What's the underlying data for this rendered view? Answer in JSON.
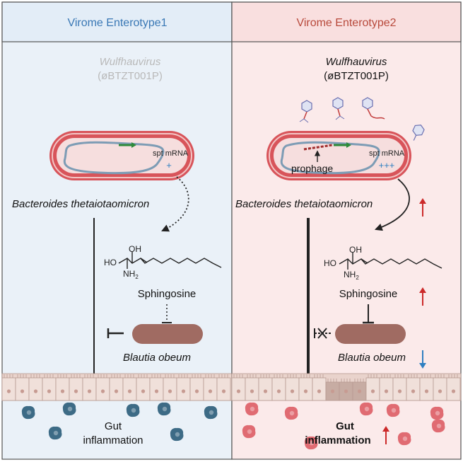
{
  "panels": {
    "left": {
      "header": "Virome Enterotype1",
      "virus_name": "Wulfhauvirus",
      "virus_id": "(øBTZT001P)",
      "mrna_label": "spt mRNA",
      "mrna_level": "+",
      "bacterium": "Bacteroides thetaiotaomicron",
      "metabolite": "Sphingosine",
      "target_bacterium": "Blautia obeum",
      "outcome_line1": "Gut",
      "outcome_line2": "inflammation"
    },
    "right": {
      "header": "Virome Enterotype2",
      "virus_name": "Wulfhauvirus",
      "virus_id": "(øBTZT001P)",
      "mrna_label": "spt mRNA",
      "mrna_level": "+++",
      "prophage_label": "prophage",
      "bacterium": "Bacteroides thetaiotaomicron",
      "metabolite": "Sphingosine",
      "target_bacterium": "Blautia obeum",
      "outcome_line1": "Gut",
      "outcome_line2": "inflammation"
    }
  },
  "chemistry": {
    "oh_label": "OH",
    "ho_label": "HO",
    "nh2_label": "NH",
    "nh2_sub": "2"
  },
  "colors": {
    "left_bg": "#eaf1f8",
    "right_bg": "#fbeaea",
    "left_header_text": "#3a78b5",
    "right_header_text": "#b84a3c",
    "left_cell": "#3d6b86",
    "right_cell": "#e06b72",
    "arrow_up": "#cc2a2a",
    "arrow_down": "#2f7fc1",
    "bacterium_wall": "#d8545a",
    "bacterium_inner": "#f6dede",
    "blautia": "#a06b62"
  }
}
